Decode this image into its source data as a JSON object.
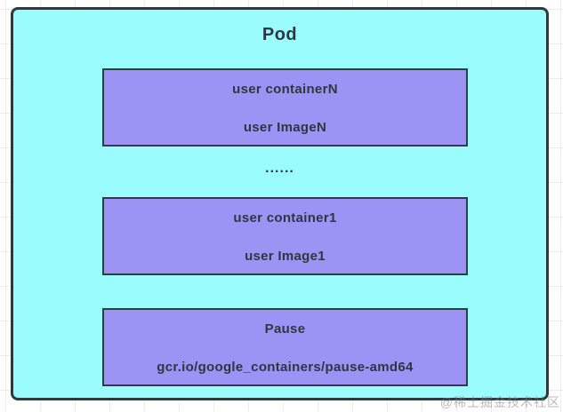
{
  "diagram": {
    "title": "Pod",
    "separator": "......",
    "boxes": [
      {
        "name": "user containerN",
        "image": "user ImageN"
      },
      {
        "name": "user container1",
        "image": "user Image1"
      },
      {
        "name": "Pause",
        "image": "gcr.io/google_containers/pause-amd64"
      }
    ],
    "watermark": "@稀土掘金技术社区",
    "colors": {
      "canvas-bg": "#ffffff",
      "grid-line": "#f0ecec",
      "pod-fill": "#9bfcfd",
      "pod-border": "#2e3b3e",
      "container-fill": "#9c94f4",
      "container-border": "#333a45",
      "text": "#2f3640"
    }
  }
}
